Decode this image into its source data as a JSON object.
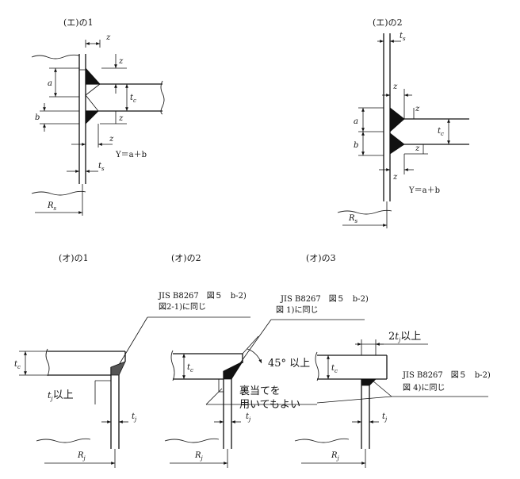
{
  "figures": {
    "e1": {
      "title": "(エ)の1",
      "z": "z",
      "a": "a",
      "b": "b",
      "tc": "t",
      "tc_sub": "c",
      "ts": "t",
      "ts_sub": "s",
      "rs": "R",
      "rs_sub": "s",
      "formula": "Y＝a＋b"
    },
    "e2": {
      "title": "(エ)の2",
      "z": "z",
      "a": "a",
      "b": "b",
      "tc": "t",
      "tc_sub": "c",
      "ts": "t",
      "ts_sub": "s",
      "rs": "R",
      "rs_sub": "s",
      "formula": "Y＝a＋b"
    },
    "o1": {
      "title": "(オ)の1",
      "ref_line1": "JIS B8267　図５　b-2)",
      "ref_line2": "図2-1)に同じ",
      "tc": "t",
      "tc_sub": "c",
      "tj_min": "以上",
      "tj": "t",
      "tj_sub": "j",
      "rj": "R",
      "rj_sub": "j"
    },
    "o2": {
      "title": "(オ)の2",
      "ref_line1": "JIS B8267　図５　b-2)",
      "ref_line2": "図 1)に同じ",
      "angle": "45° 以上",
      "tc": "t",
      "tc_sub": "c",
      "backing_line1": "裏当てを",
      "backing_line2": "用いてもよい",
      "tj": "t",
      "tj_sub": "j",
      "rj": "R",
      "rj_sub": "j"
    },
    "o3": {
      "title": "(オ)の3",
      "top_dim_num": "2",
      "top_dim_t": "t",
      "top_dim_sub": "j",
      "top_dim_suffix": "以上",
      "ref_line1": "JIS B8267　図５　b-2)",
      "ref_line2": "図 4)に同じ",
      "tc": "t",
      "tc_sub": "c",
      "tj": "t",
      "tj_sub": "j",
      "rj": "R",
      "rj_sub": "j"
    }
  }
}
